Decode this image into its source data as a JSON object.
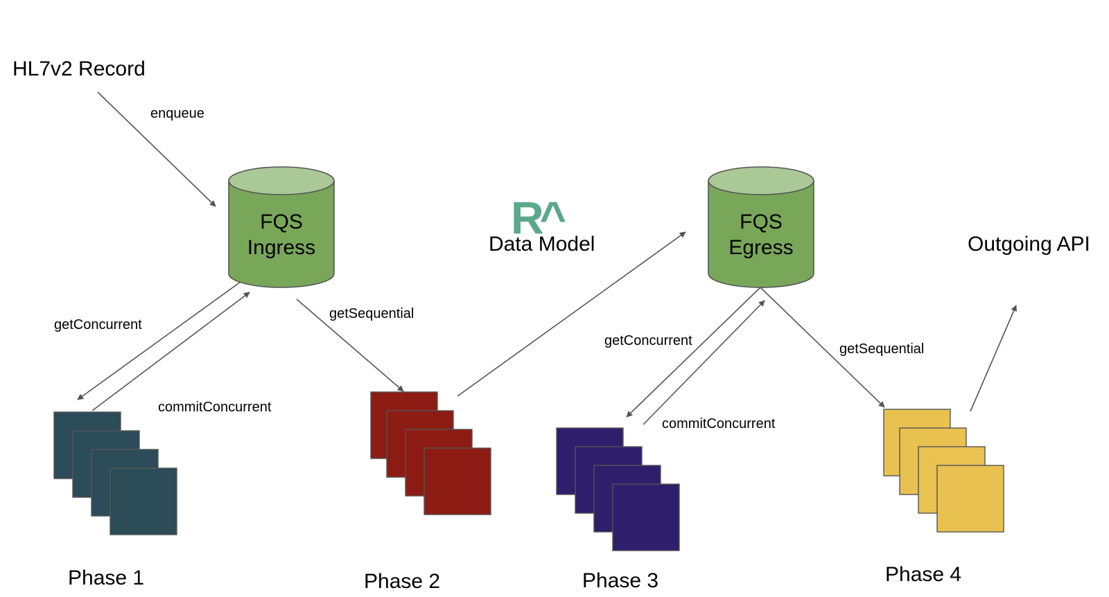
{
  "source_label": "HL7v2 Record",
  "data_model": {
    "logo": "R^",
    "label": "Data Model"
  },
  "outgoing_label": "Outgoing API",
  "colors": {
    "db_body": "#79a75a",
    "db_top": "#aac996",
    "db_stroke": "#555555",
    "logo": "#5ba88a",
    "phase1": "#2b4c58",
    "phase2": "#8c1c13",
    "phase3": "#2f1e6b",
    "phase4": "#e8c150",
    "arrow": "#555555"
  },
  "databases": [
    {
      "id": "ingress",
      "line1": "FQS",
      "line2": "Ingress"
    },
    {
      "id": "egress",
      "line1": "FQS",
      "line2": "Egress"
    }
  ],
  "edges": {
    "enqueue": "enqueue",
    "ingress_get_concurrent": "getConcurrent",
    "ingress_commit_concurrent": "commitConcurrent",
    "ingress_get_sequential": "getSequential",
    "egress_get_concurrent": "getConcurrent",
    "egress_commit_concurrent": "commitConcurrent",
    "egress_get_sequential": "getSequential"
  },
  "phases": [
    {
      "label": "Phase 1"
    },
    {
      "label": "Phase 2"
    },
    {
      "label": "Phase 3"
    },
    {
      "label": "Phase 4"
    }
  ]
}
